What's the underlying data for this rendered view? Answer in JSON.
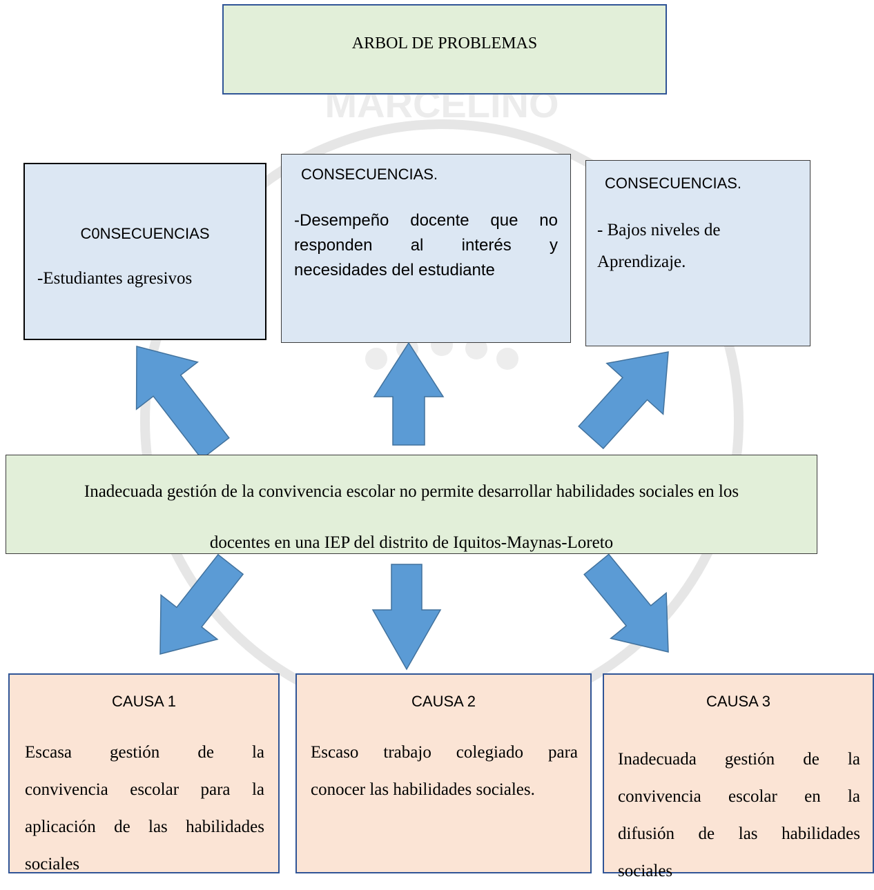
{
  "title": "ARBOL DE PROBLEMAS",
  "watermark_text": "MARCELINO",
  "consequences": [
    {
      "heading": "C0NSECUENCIAS",
      "body": "-Estudiantes  agresivos"
    },
    {
      "heading": "CONSECUENCIAS.",
      "body_lines": [
        "-Desempeño docente que no",
        "responden al interés y",
        "necesidades del estudiante"
      ]
    },
    {
      "heading": "CONSECUENCIAS.",
      "body_lines": [
        "- Bajos niveles de",
        "Aprendizaje."
      ]
    }
  ],
  "central_problem": {
    "lines": [
      "Inadecuada gestión de la convivencia escolar no permite desarrollar habilidades sociales en los",
      "docentes en una IEP del distrito de Iquitos-Maynas-Loreto"
    ]
  },
  "causes": [
    {
      "heading": "CAUSA 1",
      "body_lines": [
        "Escasa gestión de la",
        "convivencia escolar para la",
        "aplicación de las habilidades",
        "sociales"
      ]
    },
    {
      "heading": "CAUSA 2",
      "body_lines": [
        "Escaso trabajo colegiado para",
        "conocer las habilidades sociales."
      ]
    },
    {
      "heading": "CAUSA 3",
      "body_lines": [
        "Inadecuada gestión de la",
        "convivencia escolar en la",
        "difusión de las habilidades",
        "sociales"
      ]
    }
  ],
  "colors": {
    "arrow_fill": "#5b9bd5",
    "arrow_stroke": "#41719c",
    "title_fill": "#e2efd9",
    "consequence_fill": "#dce7f3",
    "cause_fill": "#fbe4d5",
    "box_border": "#2f5496"
  }
}
